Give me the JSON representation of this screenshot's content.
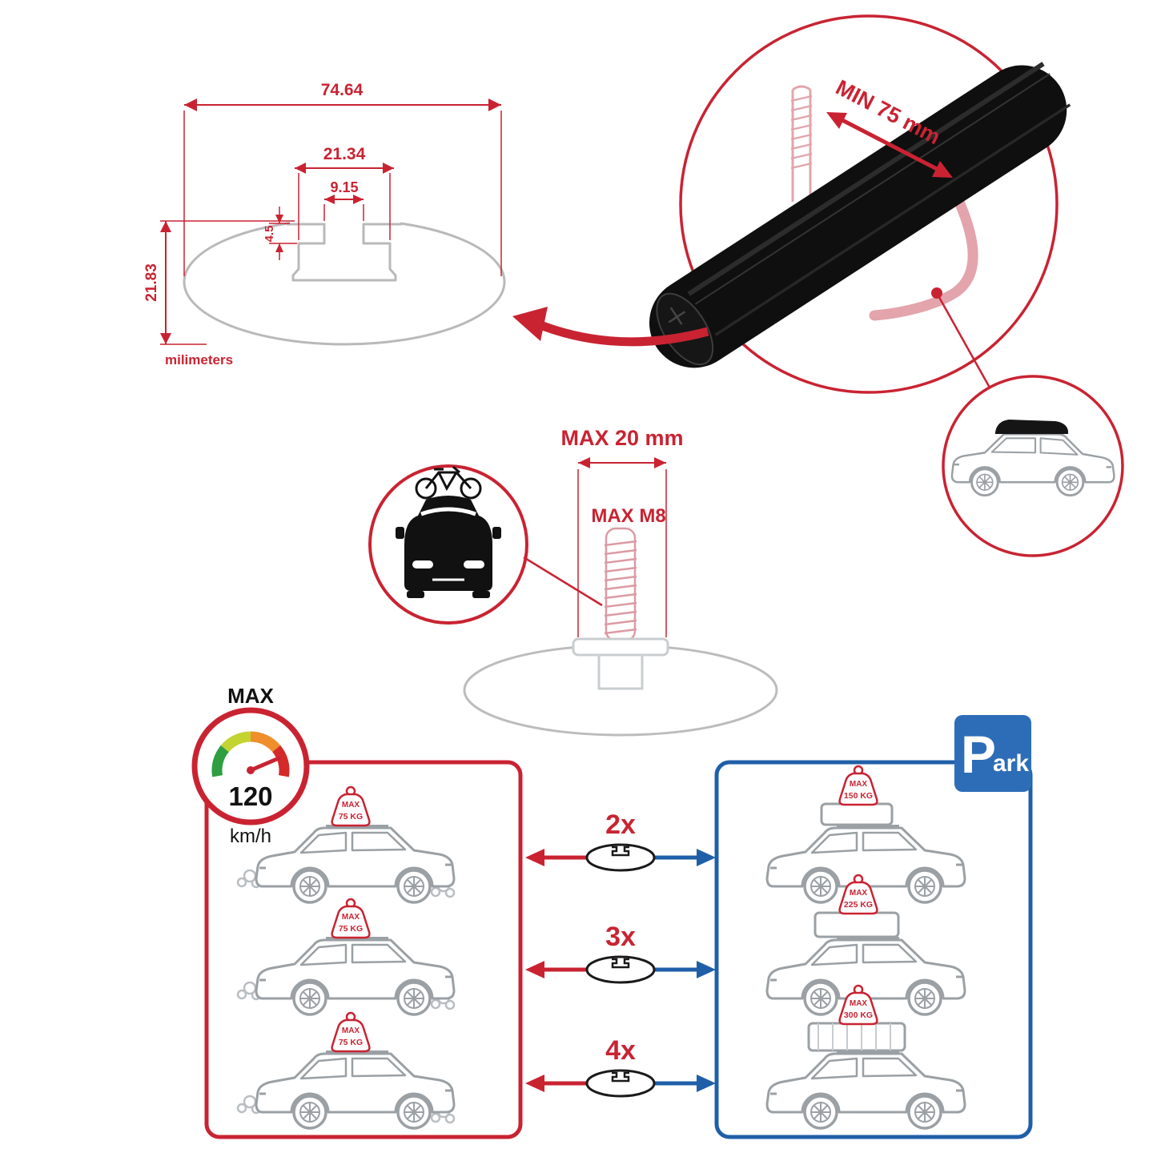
{
  "colors": {
    "red": "#c92332",
    "blue": "#1f5fa8",
    "pink": "#e3a4ac",
    "profile_gray": "#b9b9b9",
    "car_gray": "#9aa0a4",
    "park_blue": "#2d6db8",
    "bar_black": "#0f0f0f"
  },
  "cross_section": {
    "total_width": "74.64",
    "channel_width": "21.34",
    "slot_width": "9.15",
    "slot_depth": "4.5",
    "total_height": "21.83",
    "units": "milimeters"
  },
  "clamp_detail": {
    "min_span": "MIN 75 mm"
  },
  "bolt": {
    "max_length": "MAX 20 mm",
    "max_thread": "MAX M8"
  },
  "speed": {
    "label": "MAX",
    "value": "120",
    "units": "km/h"
  },
  "rows": [
    {
      "multiplier": "2x",
      "driving": {
        "max": "MAX",
        "weight": "75 KG"
      },
      "parked": {
        "max": "MAX",
        "weight": "150 KG"
      }
    },
    {
      "multiplier": "3x",
      "driving": {
        "max": "MAX",
        "weight": "75 KG"
      },
      "parked": {
        "max": "MAX",
        "weight": "225 KG"
      }
    },
    {
      "multiplier": "4x",
      "driving": {
        "max": "MAX",
        "weight": "75 KG"
      },
      "parked": {
        "max": "MAX",
        "weight": "300 KG"
      }
    }
  ],
  "park_sign": {
    "letter": "P",
    "rest": "ark"
  }
}
